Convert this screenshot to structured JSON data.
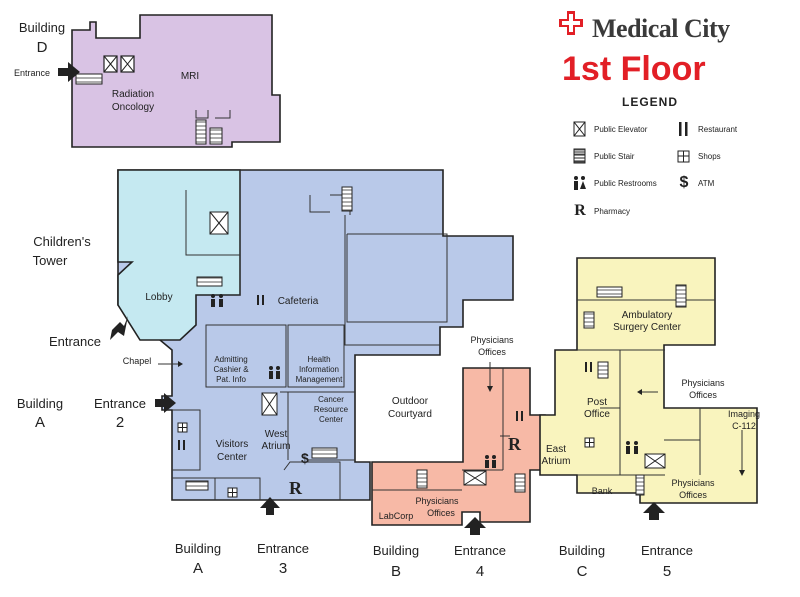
{
  "header": {
    "brand": "Medical City",
    "floor": "1st Floor",
    "legend_title": "LEGEND"
  },
  "legend": [
    {
      "icon": "elevator-icon",
      "label": "Public Elevator"
    },
    {
      "icon": "restaurant-icon",
      "label": "Restaurant"
    },
    {
      "icon": "stair-icon",
      "label": "Public Stair"
    },
    {
      "icon": "shops-icon",
      "label": "Shops"
    },
    {
      "icon": "restrooms-icon",
      "label": "Public Restrooms"
    },
    {
      "icon": "atm-icon",
      "label": "ATM"
    },
    {
      "icon": "pharmacy-icon",
      "label": "Pharmacy"
    }
  ],
  "colors": {
    "building_d": "#d9c3e4",
    "building_a": "#b9c9e9",
    "childrens_tower": "#c5e9f1",
    "building_b": "#f7b9a6",
    "building_c": "#f9f4be",
    "brand_red": "#e21f26"
  },
  "labels": {
    "building_d": "Building",
    "building_d_letter": "D",
    "entrance_d": "Entrance",
    "mri": "MRI",
    "radiation1": "Radiation",
    "radiation2": "Oncology",
    "childrens1": "Children's",
    "childrens2": "Tower",
    "lobby": "Lobby",
    "cafeteria": "Cafeteria",
    "entrance_1": "Entrance",
    "chapel": "Chapel",
    "admitting1": "Admitting",
    "admitting2": "Cashier &",
    "admitting3": "Pat. Info",
    "him1": "Health",
    "him2": "Information",
    "him3": "Management",
    "cancer1": "Cancer",
    "cancer2": "Resource",
    "cancer3": "Center",
    "building_a_left": "Building",
    "building_a_left_letter": "A",
    "entrance_2": "Entrance",
    "entrance_2_num": "2",
    "west1": "West",
    "west2": "Atrium",
    "visitors1": "Visitors",
    "visitors2": "Center",
    "outdoor1": "Outdoor",
    "outdoor2": "Courtyard",
    "phys_b1": "Physicians",
    "phys_b2": "Offices",
    "labcorp": "LabCorp",
    "phys_bb1": "Physicians",
    "phys_bb2": "Offices",
    "east1": "East",
    "east2": "Atrium",
    "ambulatory1": "Ambulatory",
    "ambulatory2": "Surgery Center",
    "post1": "Post",
    "post2": "Office",
    "phys_c1": "Physicians",
    "phys_c2": "Offices",
    "imaging1": "Imaging",
    "imaging2": "C-112",
    "bank": "Bank",
    "phys_c3": "Physicians",
    "phys_c4": "Offices",
    "bottom_building_a": "Building",
    "bottom_building_a_letter": "A",
    "bottom_entrance_3": "Entrance",
    "bottom_entrance_3_num": "3",
    "bottom_building_b": "Building",
    "bottom_building_b_letter": "B",
    "bottom_entrance_4": "Entrance",
    "bottom_entrance_4_num": "4",
    "bottom_building_c": "Building",
    "bottom_building_c_letter": "C",
    "bottom_entrance_5": "Entrance",
    "bottom_entrance_5_num": "5"
  }
}
